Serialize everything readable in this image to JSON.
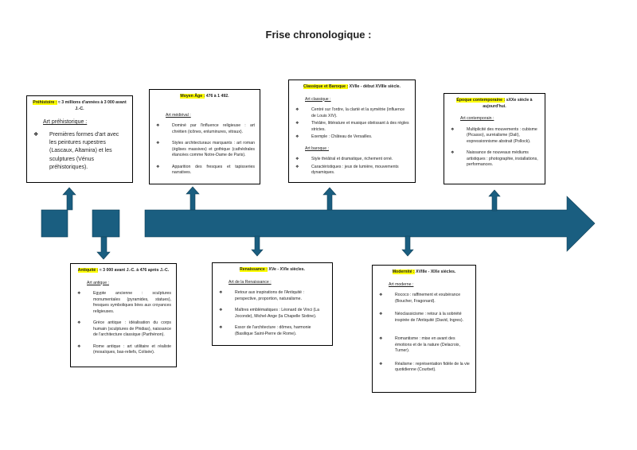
{
  "title": "Frise chronologique :",
  "color": "#1a5e80",
  "periods": {
    "prehistoire": {
      "name": "Préhistoire :",
      "dates": " ≈ 3 millions d'années à 3 000 avant J.-C.",
      "subtitle": "Art préhistorique :",
      "items": [
        "Premières formes d'art avec les peintures rupestres (Lascaux, Altamira) et les sculptures (Vénus préhistoriques)."
      ]
    },
    "moyen_age": {
      "name": "Moyen Âge :",
      "dates": " 476 à 1 492.",
      "subtitle": "Art médiéval :",
      "items": [
        "Dominé par l'influence religieuse : art chrétien (icônes, enluminures, vitraux).",
        "Styles architecturaux marquants : art roman (églises massives) et gothique (cathédrales élancées comme Notre-Dame de Paris).",
        "Apparition des fresques et tapisseries narratives."
      ]
    },
    "classique": {
      "name": "Classique et Baroque :",
      "dates": " XVIIe - début XVIIIe siècle.",
      "subtitle": "Art classique :",
      "items": [
        "Centré sur l'ordre, la clarté et la symétrie (influence de Louis XIV).",
        "Théâtre, littérature et musique obéissant à des règles strictes.",
        "Exemple : Château de Versailles."
      ],
      "subtitle2": "Art baroque :",
      "items2": [
        "Style théâtral et dramatique, richement orné.",
        "Caractéristiques : jeux de lumière, mouvements dynamiques."
      ]
    },
    "contemporaine": {
      "name": "Époque contemporaine :",
      "dates": " sXXe siècle à aujourd'hui.",
      "subtitle": "Art contemporain :",
      "items": [
        "Multiplicité des mouvements : cubisme (Picasso), surréalisme (Dalí), expressionnisme abstrait (Pollock).",
        "Naissance de nouveaux médiums artistiques : photographie, installations, performances."
      ]
    },
    "antiquite": {
      "name": "Antiquité :",
      "dates": " ≈ 3 000 avant J.-C. à 476 après J.-C.",
      "subtitle": "Art antique :",
      "items": [
        "Egypte ancienne : sculptures monumentales (pyramides, statues), fresques symboliques liées aux croyances religieuses.",
        "Grèce antique : idéalisation du corps humain (sculptures de Phidias), naissance de l'architecture classique (Parthénon).",
        "Rome antique : art utilitaire et réaliste (mosaïques, bas-reliefs, Colisée)."
      ]
    },
    "renaissance": {
      "name": "Renaissance :",
      "dates": " XVe - XVIe siècles.",
      "subtitle": "Art de la Renaissance :",
      "items": [
        "Retour aux inspirations de l'Antiquité : perspective, proportion, naturalisme.",
        "Maîtres emblématiques : Léonard de Vinci (La Joconde), Michel-Ange (la Chapelle Sixtine).",
        "Essor de l'architecture : dômes, harmonie (Basilique Saint-Pierre de Rome)."
      ]
    },
    "modernite": {
      "name": "Modernité :",
      "dates": " XVIIIe - XIXe siècles.",
      "subtitle": "Art moderne :",
      "items": [
        "Rococo : raffinement et exubérance (Boucher, Fragonard).",
        "Néoclassicisme : retour à la sobriété inspirée de l'Antiquité (David, Ingres).",
        "Romantisme : mise en avant des émotions et de la nature (Delacroix, Turner).",
        "Réalisme : représentation fidèle de la vie quotidienne (Courbet)."
      ]
    }
  }
}
